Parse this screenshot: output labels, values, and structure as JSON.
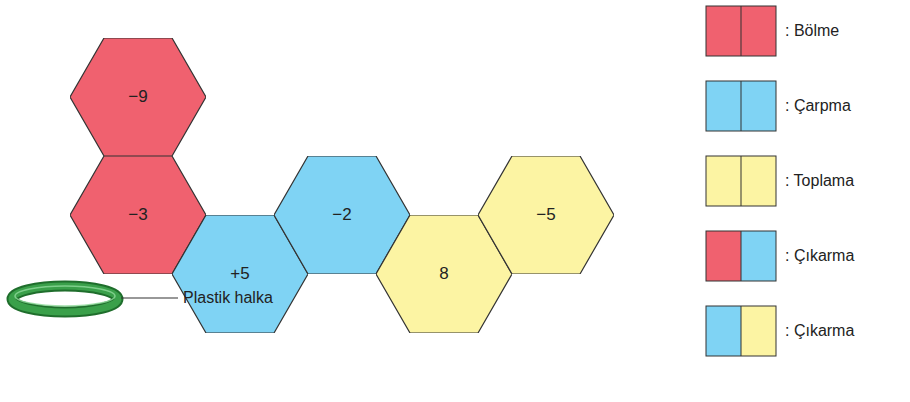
{
  "diagram": {
    "nodes": [
      {
        "text": [
          "−9"
        ]
      },
      {
        "text": [
          "−3"
        ]
      },
      {
        "text": [
          "+5"
        ]
      },
      {
        "text": [
          "−2"
        ]
      },
      {
        "text": [
          "8"
        ]
      },
      {
        "text": [
          "−5"
        ]
      }
    ],
    "labels": [
      "Plastik halka"
    ],
    "legend": [
      {
        "text": ": Bölme",
        "color": "#f0616f"
      },
      {
        "text": ": Çarpma",
        "color": "#7fd3f4"
      },
      {
        "text": ": Toplama",
        "color": "#fcf4a3"
      },
      {
        "text": ": Çıkarma"
      },
      {
        "text": ": Çıkarma"
      }
    ]
  }
}
